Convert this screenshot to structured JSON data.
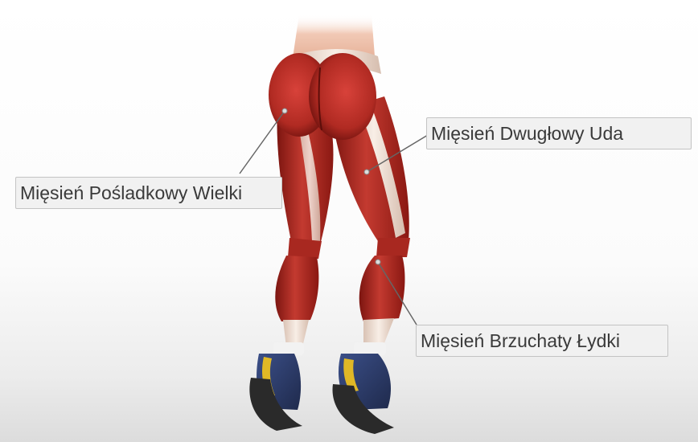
{
  "labels": {
    "glute": "Mięsień Pośladkowy Wielki",
    "hamstring": "Mięsień Dwugłowy Uda",
    "calf": "Mięsień Brzuchaty Łydki"
  },
  "colors": {
    "muscle": "#b8281e",
    "muscle_dark": "#7a1410",
    "tendon": "#efe0d4",
    "skin": "#e8b9a2",
    "shoe_blue": "#2d3d6e",
    "shoe_yellow": "#e0b826",
    "sole": "#2a2a2a"
  }
}
